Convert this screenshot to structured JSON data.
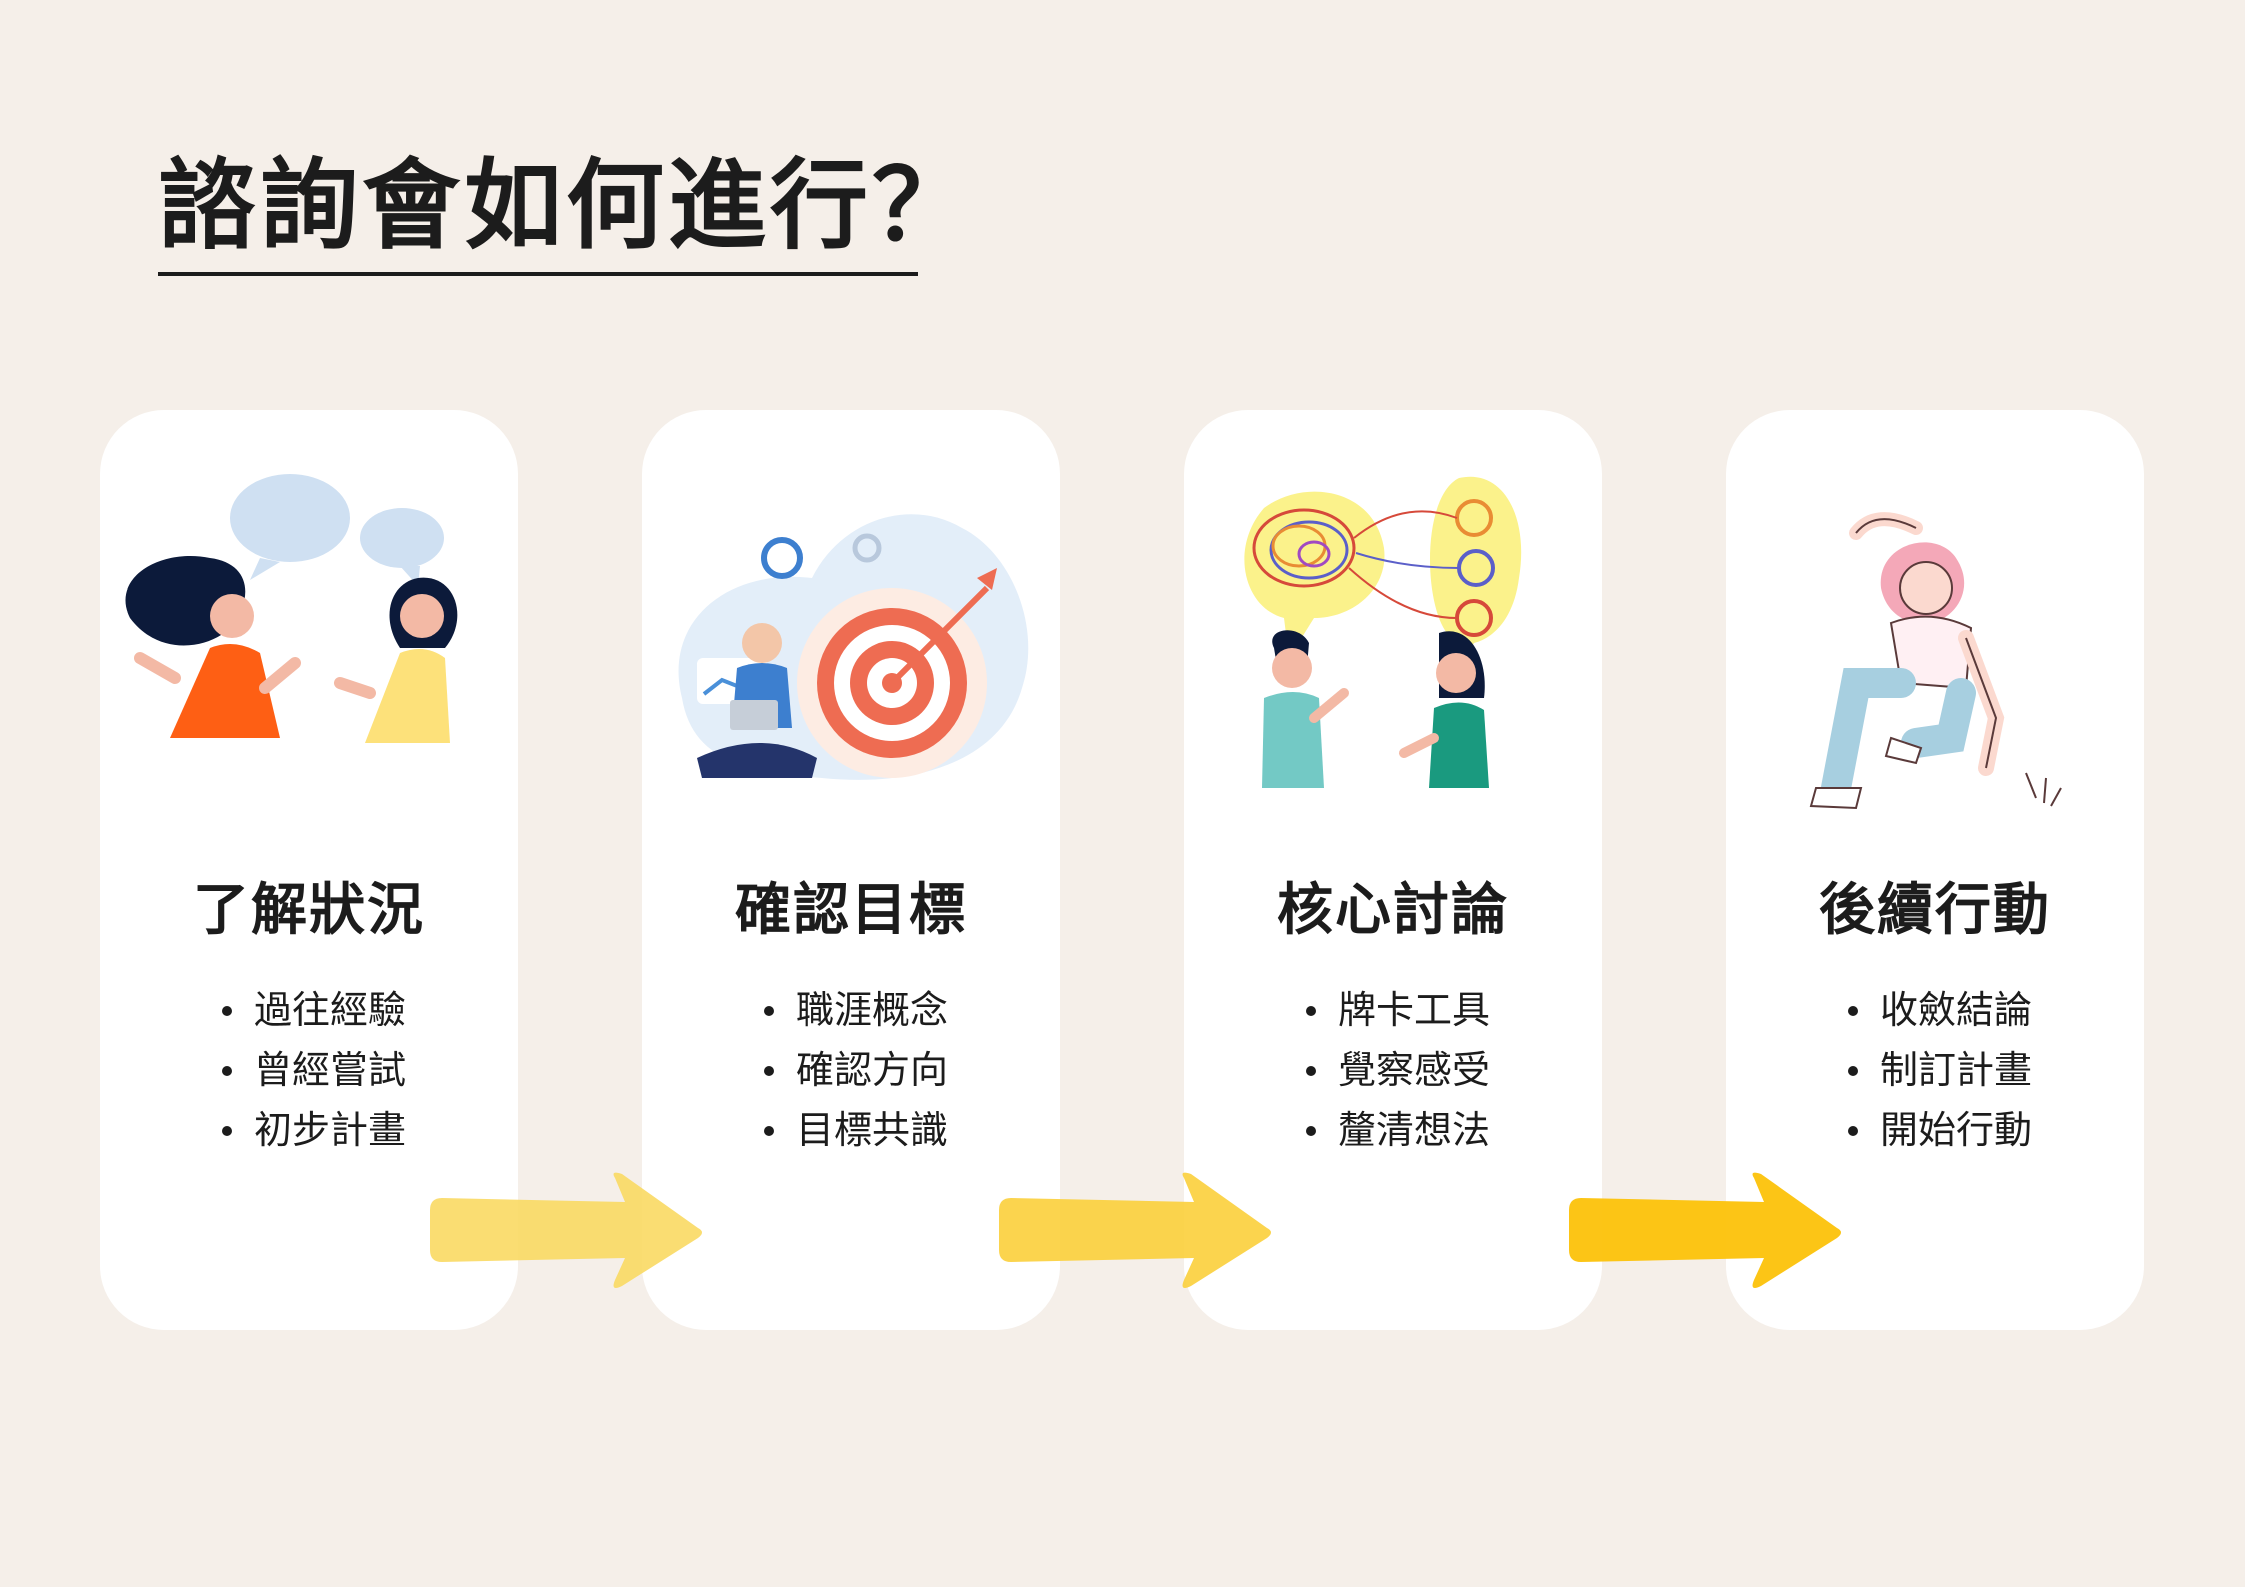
{
  "title": "諮詢會如何進行？",
  "steps": [
    {
      "heading": "了解狀況",
      "items": [
        "過往經驗",
        "曾經嘗試",
        "初步計畫"
      ]
    },
    {
      "heading": "確認目標",
      "items": [
        "職涯概念",
        "確認方向",
        "目標共識"
      ]
    },
    {
      "heading": "核心討論",
      "items": [
        "牌卡工具",
        "覺察感受",
        "釐清想法"
      ]
    },
    {
      "heading": "後續行動",
      "items": [
        "收斂結論",
        "制訂計畫",
        "開始行動"
      ]
    }
  ],
  "colors": {
    "background": "#f5efe9",
    "card": "#ffffff",
    "arrow_1": "#fad963",
    "arrow_2": "#fbcf3b",
    "arrow_3": "#fcc20a"
  }
}
